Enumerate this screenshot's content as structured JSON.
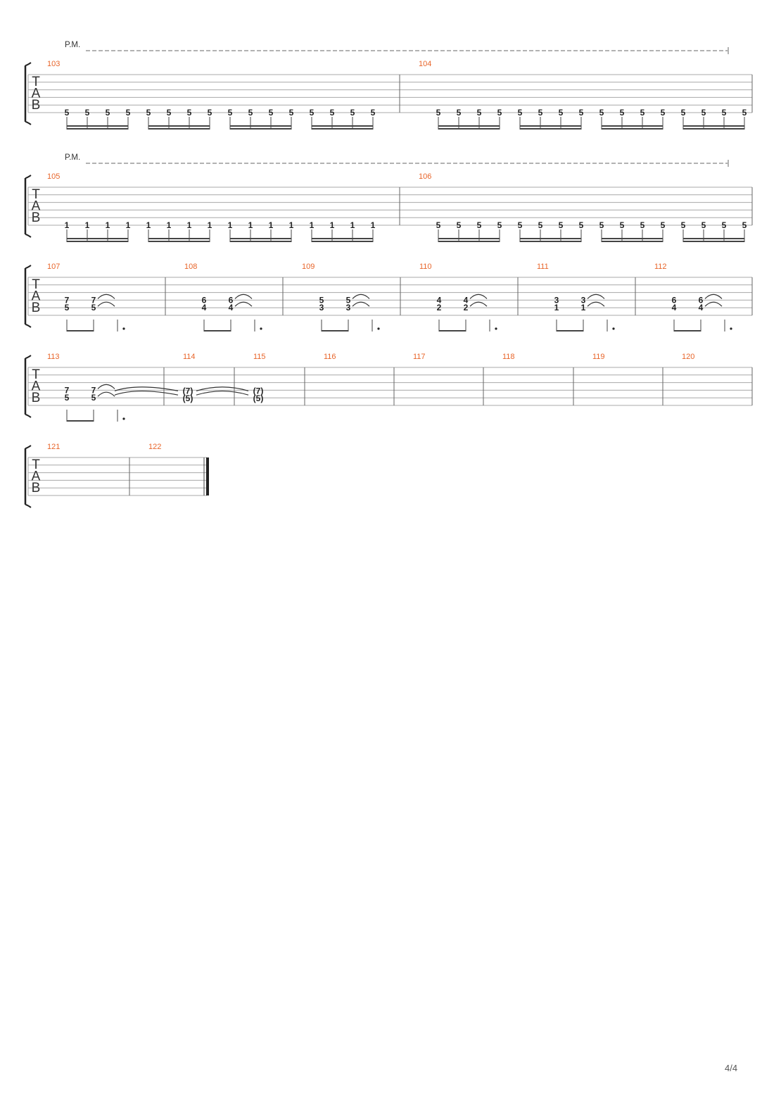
{
  "page": {
    "number": "4/4"
  },
  "colors": {
    "measure_number": "#e8652a",
    "ink": "#222222",
    "staff_line": "#a8a8a8"
  },
  "tab_clef": [
    "T",
    "A",
    "B"
  ],
  "systems": [
    {
      "palm_mute": "P.M.",
      "measures": [
        {
          "number": "103",
          "beat_groups": [
            [
              "5",
              "5",
              "5",
              "5"
            ],
            [
              "5",
              "5",
              "5",
              "5"
            ],
            [
              "5",
              "5",
              "5",
              "5"
            ],
            [
              "5",
              "5",
              "5",
              "5"
            ]
          ]
        },
        {
          "number": "104",
          "beat_groups": [
            [
              "5",
              "5",
              "5",
              "5"
            ],
            [
              "5",
              "5",
              "5",
              "5"
            ],
            [
              "5",
              "5",
              "5",
              "5"
            ],
            [
              "5",
              "5",
              "5",
              "5"
            ]
          ]
        }
      ]
    },
    {
      "palm_mute": "P.M.",
      "measures": [
        {
          "number": "105",
          "beat_groups": [
            [
              "1",
              "1",
              "1",
              "1"
            ],
            [
              "1",
              "1",
              "1",
              "1"
            ],
            [
              "1",
              "1",
              "1",
              "1"
            ],
            [
              "1",
              "1",
              "1",
              "1"
            ]
          ]
        },
        {
          "number": "106",
          "beat_groups": [
            [
              "5",
              "5",
              "5",
              "5"
            ],
            [
              "5",
              "5",
              "5",
              "5"
            ],
            [
              "5",
              "5",
              "5",
              "5"
            ],
            [
              "5",
              "5",
              "5",
              "5"
            ]
          ]
        }
      ]
    },
    {
      "measures": [
        {
          "number": "107",
          "chords": [
            [
              "7",
              "5"
            ],
            [
              "7",
              "5"
            ]
          ]
        },
        {
          "number": "108",
          "chords": [
            [
              "6",
              "4"
            ],
            [
              "6",
              "4"
            ]
          ]
        },
        {
          "number": "109",
          "chords": [
            [
              "5",
              "3"
            ],
            [
              "5",
              "3"
            ]
          ]
        },
        {
          "number": "110",
          "chords": [
            [
              "4",
              "2"
            ],
            [
              "4",
              "2"
            ]
          ]
        },
        {
          "number": "111",
          "chords": [
            [
              "3",
              "1"
            ],
            [
              "3",
              "1"
            ]
          ]
        },
        {
          "number": "112",
          "chords": [
            [
              "6",
              "4"
            ],
            [
              "6",
              "4"
            ]
          ]
        }
      ]
    },
    {
      "measures": [
        {
          "number": "113",
          "chords": [
            [
              "7",
              "5"
            ],
            [
              "7",
              "5"
            ]
          ]
        },
        {
          "number": "114",
          "tied_chord": [
            "(7)",
            "(5)"
          ]
        },
        {
          "number": "115",
          "tied_chord": [
            "(7)",
            "(5)"
          ]
        },
        {
          "number": "116"
        },
        {
          "number": "117"
        },
        {
          "number": "118"
        },
        {
          "number": "119"
        },
        {
          "number": "120"
        }
      ]
    },
    {
      "measures": [
        {
          "number": "121"
        },
        {
          "number": "122"
        }
      ]
    }
  ]
}
